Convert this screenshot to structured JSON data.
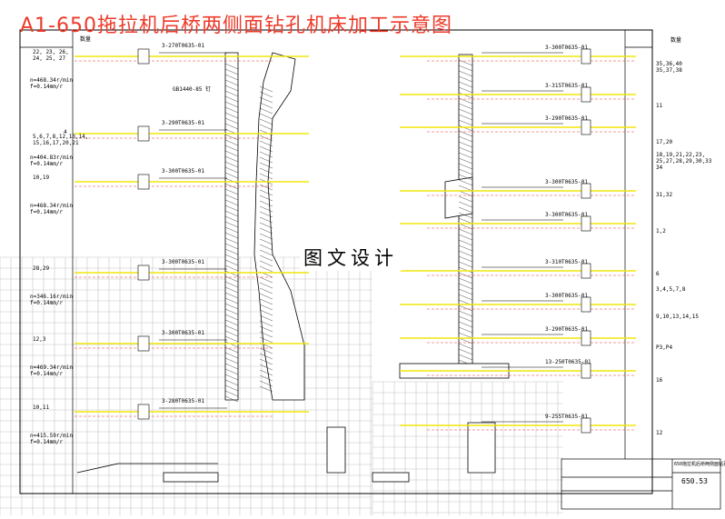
{
  "title": "A1-650拖拉机后桥两侧面钻孔机床加工示意图",
  "watermark": "图文设计",
  "spindle_labels_left": [
    "3-270T0635-01",
    "3-290T0635-01",
    "3-300T0635-01",
    "3-300T0635-01",
    "3-300T0635-01",
    "3-280T0635-01"
  ],
  "spindle_labels_right": [
    "3-300T0635-01",
    "3-315T0635-01",
    "3-290T0635-01",
    "3-300T0635-01",
    "3-300T0635-01",
    "3-310T0635-01",
    "3-300T0635-01",
    "3-290T0635-01",
    "13-250T0635-01",
    "9-255T0635-01"
  ],
  "left_hole_groups": [
    "22, 23, 26,\n24, 25, 27",
    "5,6,7,8,12,13,14,\n15,16,17,20,21",
    "10,19",
    "28,29",
    "12,3",
    "10,11"
  ],
  "left_feeds": [
    "n=468.34r/min\nf=0.14mm/r",
    "n=404.83r/min\nf=0.14mm/r",
    "n=468.34r/min\nf=0.14mm/r",
    "n=346.16r/min\nf=0.14mm/r",
    "n=469.34r/min\nf=0.14mm/r",
    "n=415.59r/min\nf=0.14mm/r"
  ],
  "right_hole_groups": [
    "35,36,40\n35,37,38",
    "11",
    "17,20",
    "18,19,21,22,23,\n25,27,28,29,30,33\n34",
    "31,32",
    "1,2",
    "6",
    "3,4,5,7,8",
    "9,10,13,14,15",
    "P3,P4",
    "16",
    "12"
  ],
  "small_labels": {
    "gb": "GB1440-85 钉",
    "left_top_marker": "数量",
    "right_top_marker": "数量",
    "left_four": "4"
  },
  "title_block": {
    "name": "650拖拉机后桥两侧面钻孔机床",
    "code": "650.53"
  },
  "colors": {
    "title": "#ee3a2a",
    "yellow": "#f2e70a",
    "red": "#e53935",
    "grid": "#c4c4c4"
  }
}
